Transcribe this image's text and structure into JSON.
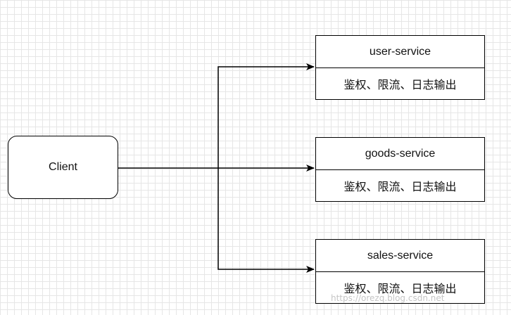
{
  "client": {
    "label": "Client"
  },
  "services": [
    {
      "name": "user-service",
      "features": "鉴权、限流、日志输出"
    },
    {
      "name": "goods-service",
      "features": "鉴权、限流、日志输出"
    },
    {
      "name": "sales-service",
      "features": "鉴权、限流、日志输出"
    }
  ],
  "watermark": "https://orezq.blog.csdn.net",
  "colors": {
    "line": "#000000",
    "grid": "#e6e6e6",
    "background": "#ffffff"
  }
}
